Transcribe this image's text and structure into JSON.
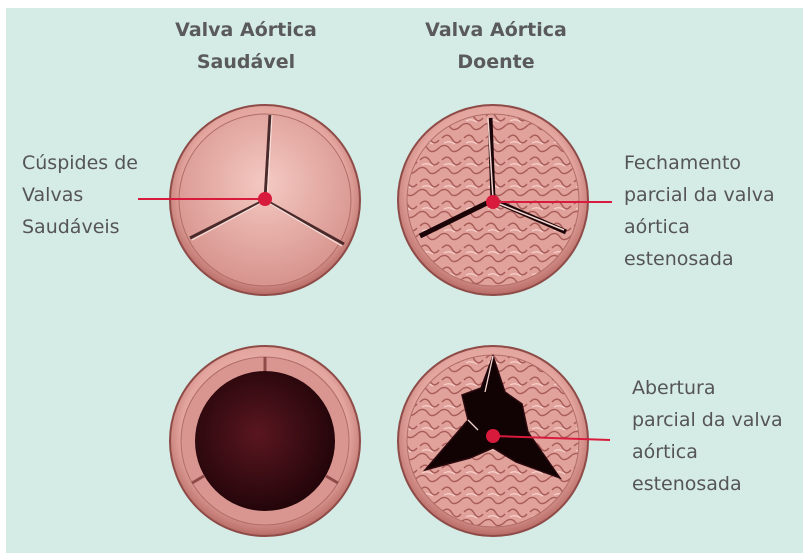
{
  "columns": {
    "healthy": {
      "line1": "Valva Aórtica",
      "line2": "Saudável"
    },
    "diseased": {
      "line1": "Valva Aórtica",
      "line2": "Doente"
    }
  },
  "labels": {
    "cusps": [
      "Cúspides de",
      "Valvas",
      "Saudáveis"
    ],
    "partial_closing": [
      "Fechamento",
      "parcial da valva",
      "aórtica",
      "estenosada"
    ],
    "partial_opening": [
      "Abertura",
      "parcial da valva",
      "aórtica",
      "estenosada"
    ]
  },
  "colors": {
    "background": "#d5ebe5",
    "pointer": "#d81b3c",
    "valve_skin": "#e8a9a2",
    "opening_dark": "#3a0a10"
  }
}
